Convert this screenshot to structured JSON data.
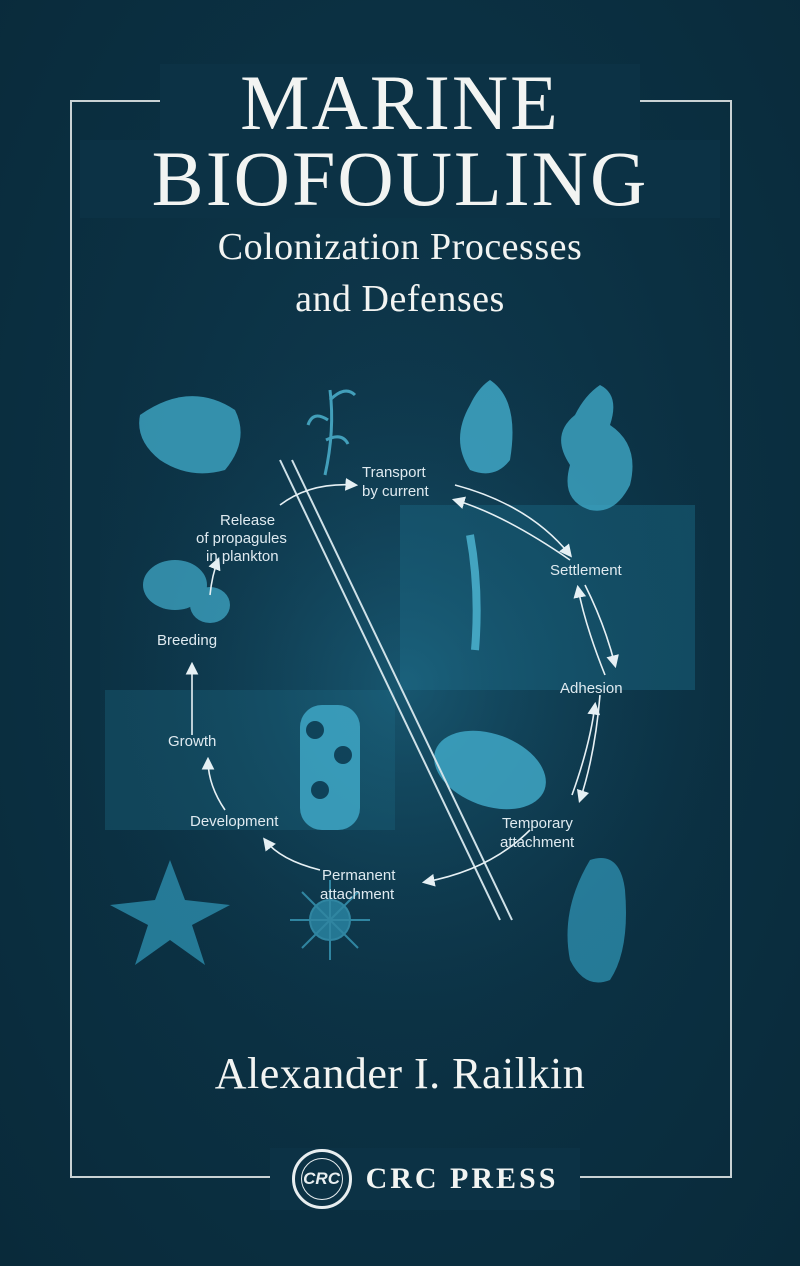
{
  "cover": {
    "title_line1": "MARINE",
    "title_line2": "BIOFOULING",
    "subtitle_line1": "Colonization Processes",
    "subtitle_line2": "and Defenses",
    "author": "Alexander I. Railkin",
    "publisher_logo_text": "CRC",
    "publisher_name": "CRC PRESS"
  },
  "diagram": {
    "labels": {
      "transport_1": "Transport",
      "transport_2": "by current",
      "release_1": "Release",
      "release_2": "of propagules",
      "release_3": "in plankton",
      "settlement": "Settlement",
      "breeding": "Breeding",
      "adhesion": "Adhesion",
      "growth": "Growth",
      "development": "Development",
      "temporary_1": "Temporary",
      "temporary_2": "attachment",
      "permanent_1": "Permanent",
      "permanent_2": "attachment"
    }
  },
  "colors": {
    "background": "#0c3245",
    "art_cyan": "#4fb9d6",
    "text": "#f2f4f2"
  }
}
